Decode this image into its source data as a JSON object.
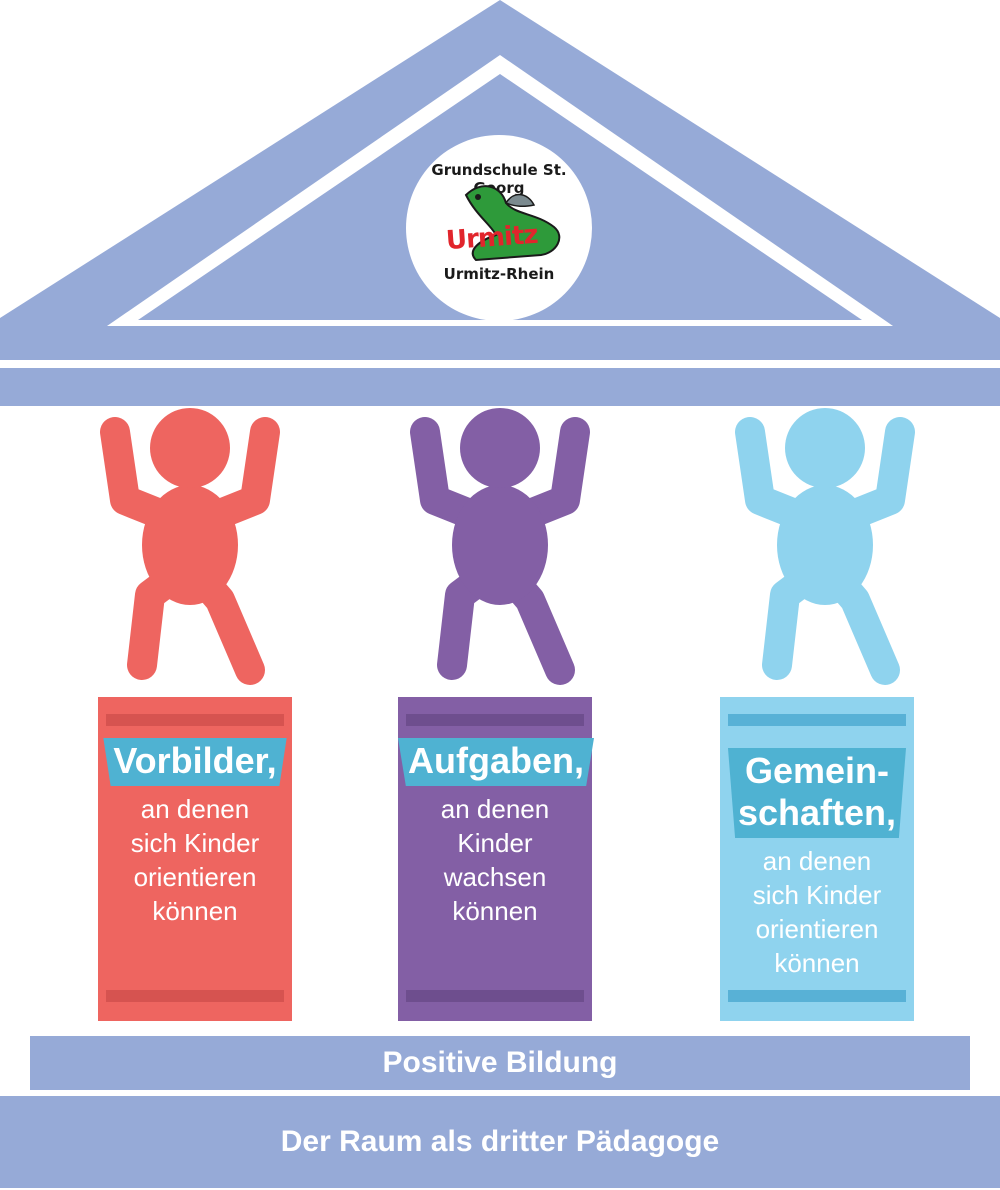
{
  "colors": {
    "roof": "#96aad7",
    "red": "#ee6560",
    "red_dark": "#d65350",
    "purple": "#835fa5",
    "purple_dark": "#6e4e8e",
    "blue": "#8fd3ee",
    "blue_dark": "#58b1d6",
    "tag": "#4fb2d2"
  },
  "logo": {
    "top_text": "Grundschule St. Georg",
    "word_text": "Urmitz",
    "bottom_text": "Urmitz-Rhein"
  },
  "pillars": [
    {
      "heading_lines": [
        "Vorbilder,"
      ],
      "body_lines": [
        "an denen",
        "sich Kinder",
        "orientieren",
        "können"
      ]
    },
    {
      "heading_lines": [
        "Aufgaben,"
      ],
      "body_lines": [
        "an denen",
        "Kinder",
        "wachsen",
        "können"
      ]
    },
    {
      "heading_lines": [
        "Gemein-",
        "schaften,"
      ],
      "body_lines": [
        "an denen",
        "sich Kinder",
        "orientieren",
        "können"
      ]
    }
  ],
  "foundation": {
    "upper": "Positive Bildung",
    "lower": "Der Raum als dritter Pädagoge"
  }
}
